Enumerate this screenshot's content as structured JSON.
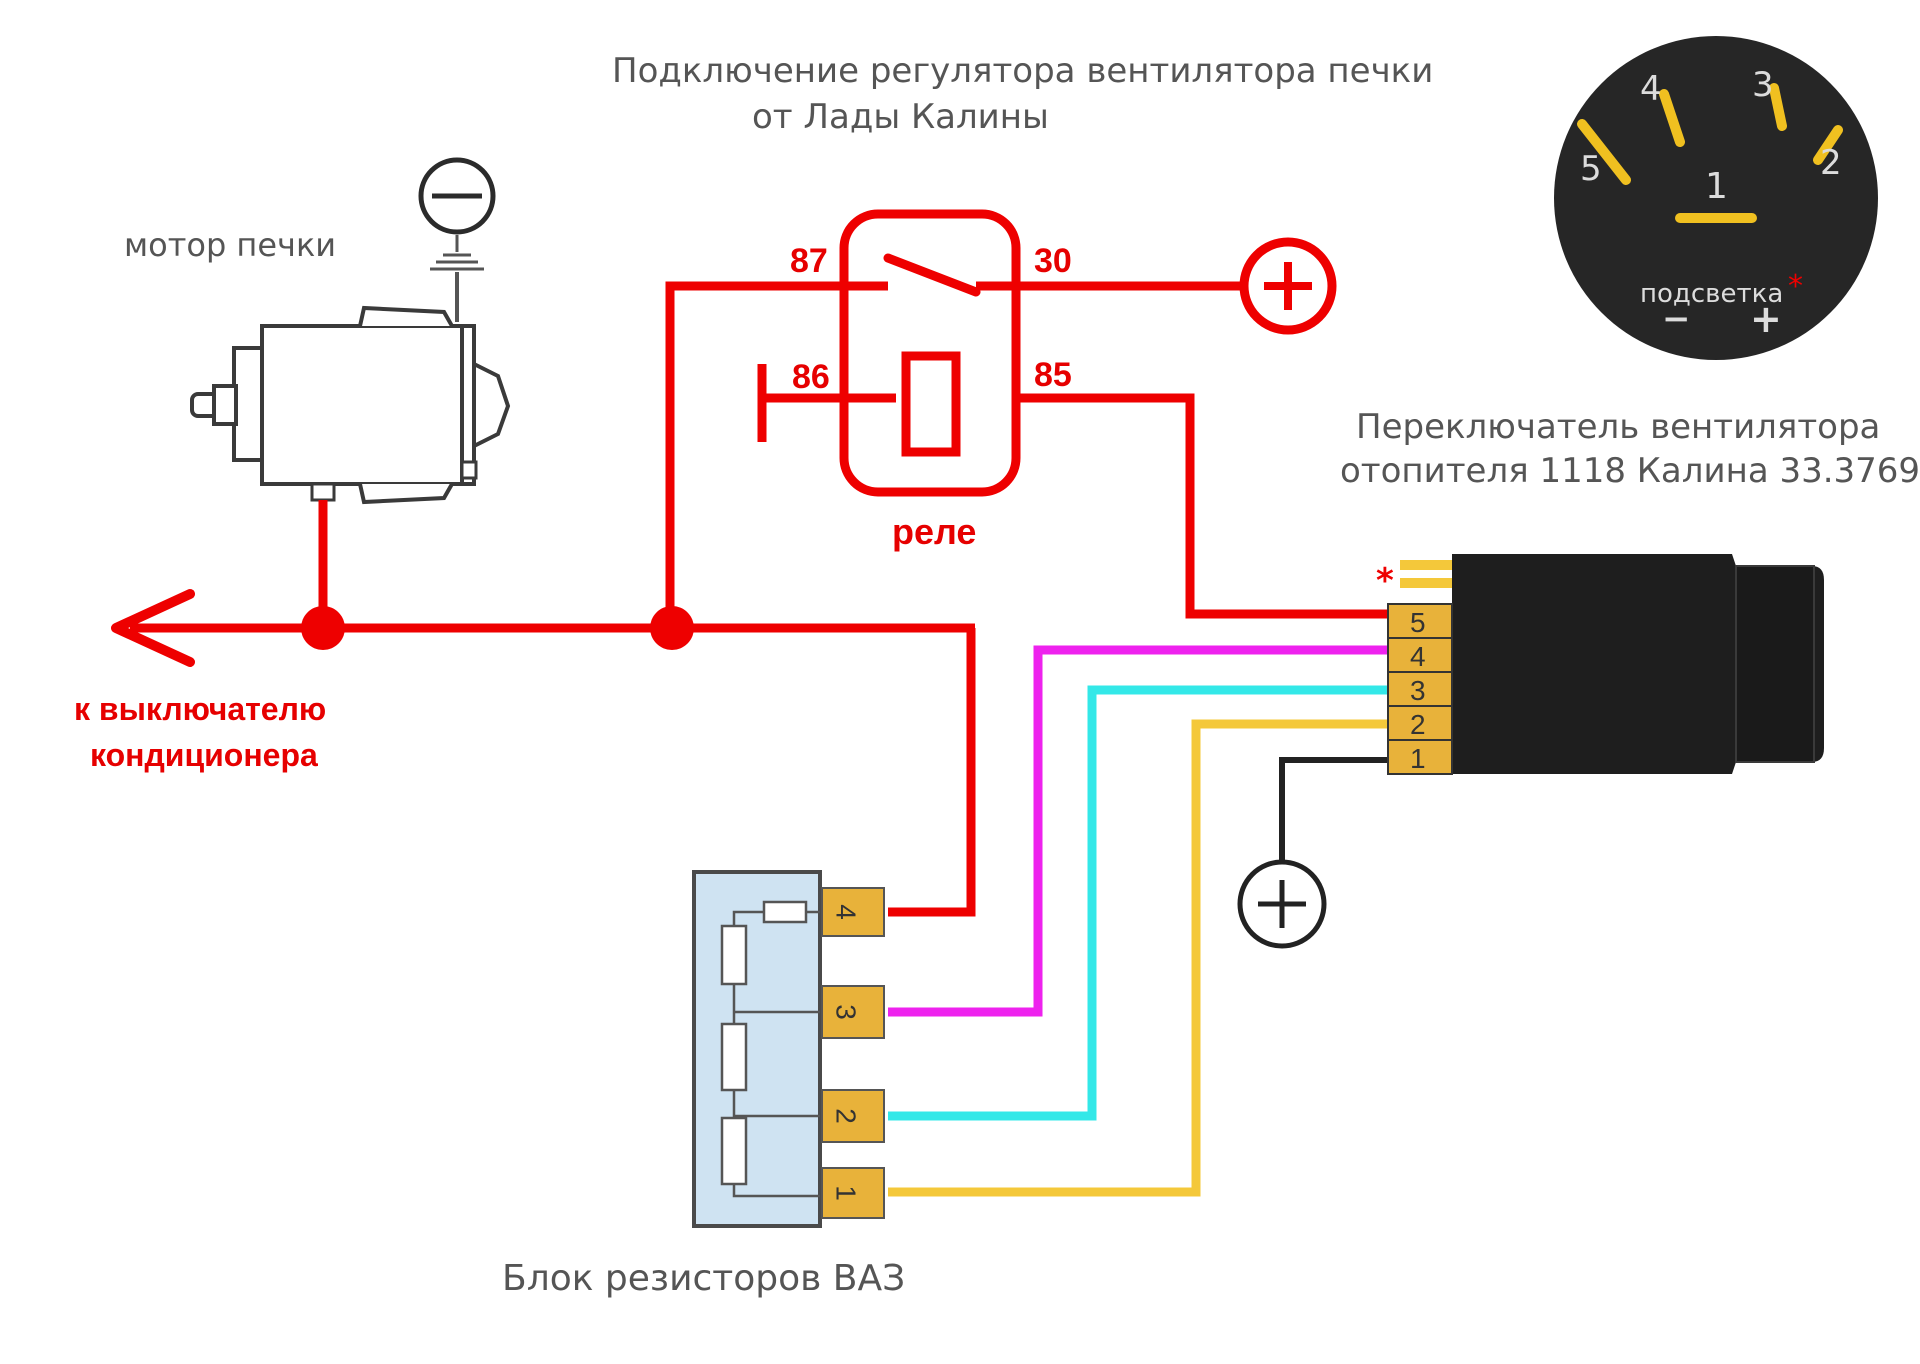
{
  "title": {
    "line1": "Подключение регулятора вентилятора печки",
    "line2": "от Лады Калины"
  },
  "motor": {
    "label": "мотор печки"
  },
  "relay": {
    "label": "реле",
    "pins": {
      "p87": "87",
      "p30": "30",
      "p86": "86",
      "p85": "85"
    }
  },
  "switch": {
    "label_line1": "Переключатель вентилятора",
    "label_line2": "отопителя 1118 Калина 33.3769",
    "terminals": [
      "5",
      "4",
      "3",
      "2",
      "1"
    ],
    "star": "*"
  },
  "dial": {
    "positions": [
      "1",
      "2",
      "3",
      "4",
      "5"
    ],
    "backlight_label": "подсветка",
    "minus": "−",
    "plus": "+",
    "star": "*"
  },
  "resistor_block": {
    "label": "Блок резисторов ВАЗ",
    "terminals": [
      "4",
      "3",
      "2",
      "1"
    ]
  },
  "ac_switch": {
    "line1": "к выключателю",
    "line2": "кондиционера"
  },
  "colors": {
    "red_wire": "#ee0000",
    "magenta_wire": "#ee22ee",
    "cyan_wire": "#33e8e8",
    "yellow_wire": "#f4c83a",
    "black_wire": "#222222",
    "terminal": "#e8b23a",
    "dial_face": "#262626",
    "dial_mark": "#f0c020",
    "switch_body": "#1e1e1e",
    "resistor_block": "#cfe3f2"
  }
}
